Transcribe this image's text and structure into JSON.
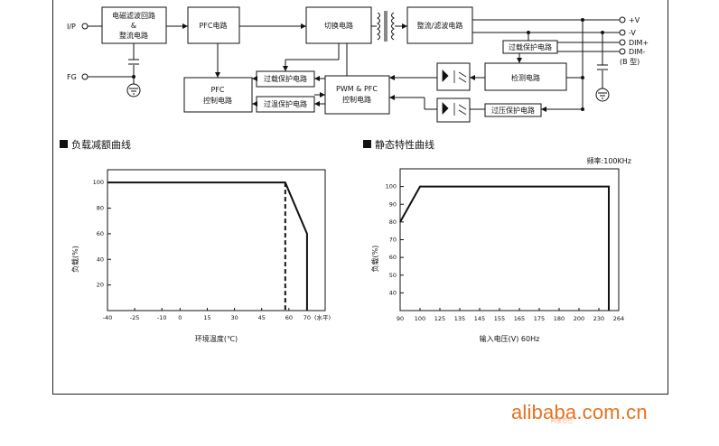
{
  "block": {
    "ip": "I/P",
    "fg": "FG",
    "emi_line1": "电磁滤波回路",
    "emi_line2": "&",
    "emi_line3": "整流电路",
    "pfc_circuit": "PFC电路",
    "switch": "切换电路",
    "rect_filter": "整流/滤波电路",
    "pfc_ctrl_1": "PFC",
    "pfc_ctrl_2": "控制电路",
    "ocp": "过载保护电路",
    "otp": "过温保护电路",
    "pwm_1": "PWM & PFC",
    "pwm_2": "控制电路",
    "detect": "检测电路",
    "olp_right": "过载保护电路",
    "ovp": "过压保护电路",
    "out_pos": "+V",
    "out_neg": "-V",
    "dim_pos": "DIM+",
    "dim_neg": "DIM-",
    "btype": "(B 型)"
  },
  "sections": {
    "derating_title": "负载减额曲线",
    "static_title": "静态特性曲线"
  },
  "watermark": {
    "text": "alibaba.com.cn",
    "sub": "阿里巴巴"
  },
  "chart_data": [
    {
      "type": "line",
      "title": "负载减额曲线",
      "xlabel": "环境温度(℃)",
      "ylabel": "负载(%)",
      "x_unit_note": "(水平)",
      "x_ticks": [
        -40,
        -25,
        -10,
        0,
        15,
        30,
        45,
        60,
        70
      ],
      "x_tick_labels": [
        "-40",
        "-25",
        "-10",
        "0",
        "15",
        "30",
        "45",
        "60",
        "70"
      ],
      "y_ticks": [
        20,
        40,
        60,
        80,
        100
      ],
      "y_tick_labels": [
        "20",
        "40",
        "60",
        "80",
        "100"
      ],
      "xlim": [
        -40,
        80
      ],
      "ylim": [
        0,
        110
      ],
      "series": [
        {
          "style": "solid",
          "x": [
            -40,
            58,
            70,
            70
          ],
          "y": [
            100,
            100,
            60,
            0
          ]
        },
        {
          "style": "dashed",
          "x": [
            58,
            58
          ],
          "y": [
            100,
            0
          ]
        }
      ]
    },
    {
      "type": "line",
      "title": "静态特性曲线",
      "annotation": "频率:100KHz",
      "xlabel": "输入电压(V) 60Hz",
      "ylabel": "负载(%)",
      "x_categories": [
        "90",
        "100",
        "125",
        "135",
        "145",
        "155",
        "165",
        "175",
        "180",
        "200",
        "230",
        "264"
      ],
      "y_ticks": [
        40,
        50,
        60,
        70,
        80,
        90,
        100
      ],
      "y_tick_labels": [
        "40",
        "50",
        "60",
        "70",
        "80",
        "90",
        "100"
      ],
      "ylim": [
        30,
        110
      ],
      "series": [
        {
          "style": "solid",
          "x_index": [
            0,
            1,
            10.5,
            10.5
          ],
          "y": [
            80,
            100,
            100,
            30
          ]
        }
      ]
    }
  ]
}
